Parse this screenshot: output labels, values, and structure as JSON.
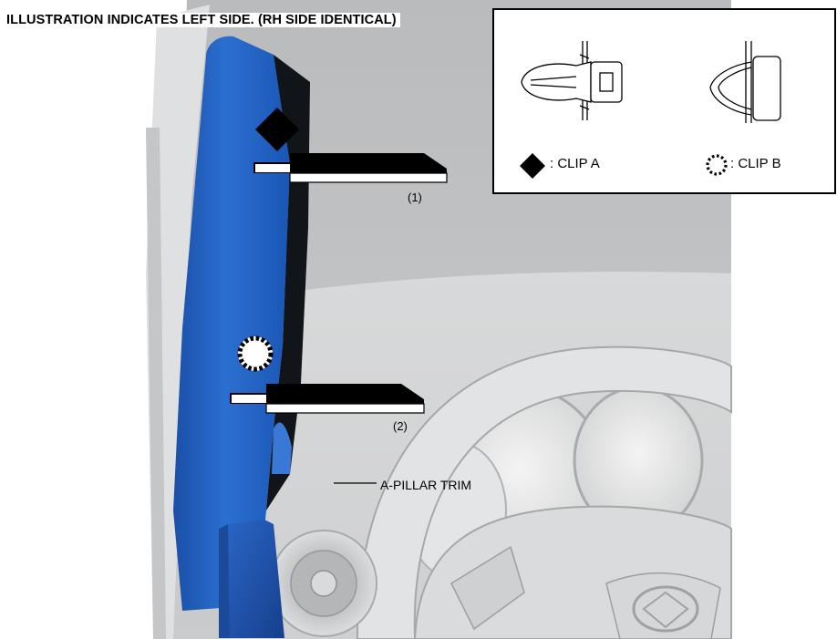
{
  "header": {
    "note": "ILLUSTRATION INDICATES LEFT SIDE. (RH SIDE IDENTICAL)"
  },
  "callouts": {
    "step_1": "(1)",
    "step_2": "(2)",
    "part_name": "A-PILLAR TRIM"
  },
  "legend": {
    "clip_a": ": CLIP A",
    "clip_b": ": CLIP B"
  },
  "icons": {
    "clip_a_marker": "diamond-icon",
    "clip_b_marker": "dotted-circle-icon",
    "removal_direction": "arrow-right-icon"
  },
  "colors": {
    "trim_highlight": "#1f63c4",
    "interior_gray": "#c8c8c8",
    "outline": "#000000"
  }
}
